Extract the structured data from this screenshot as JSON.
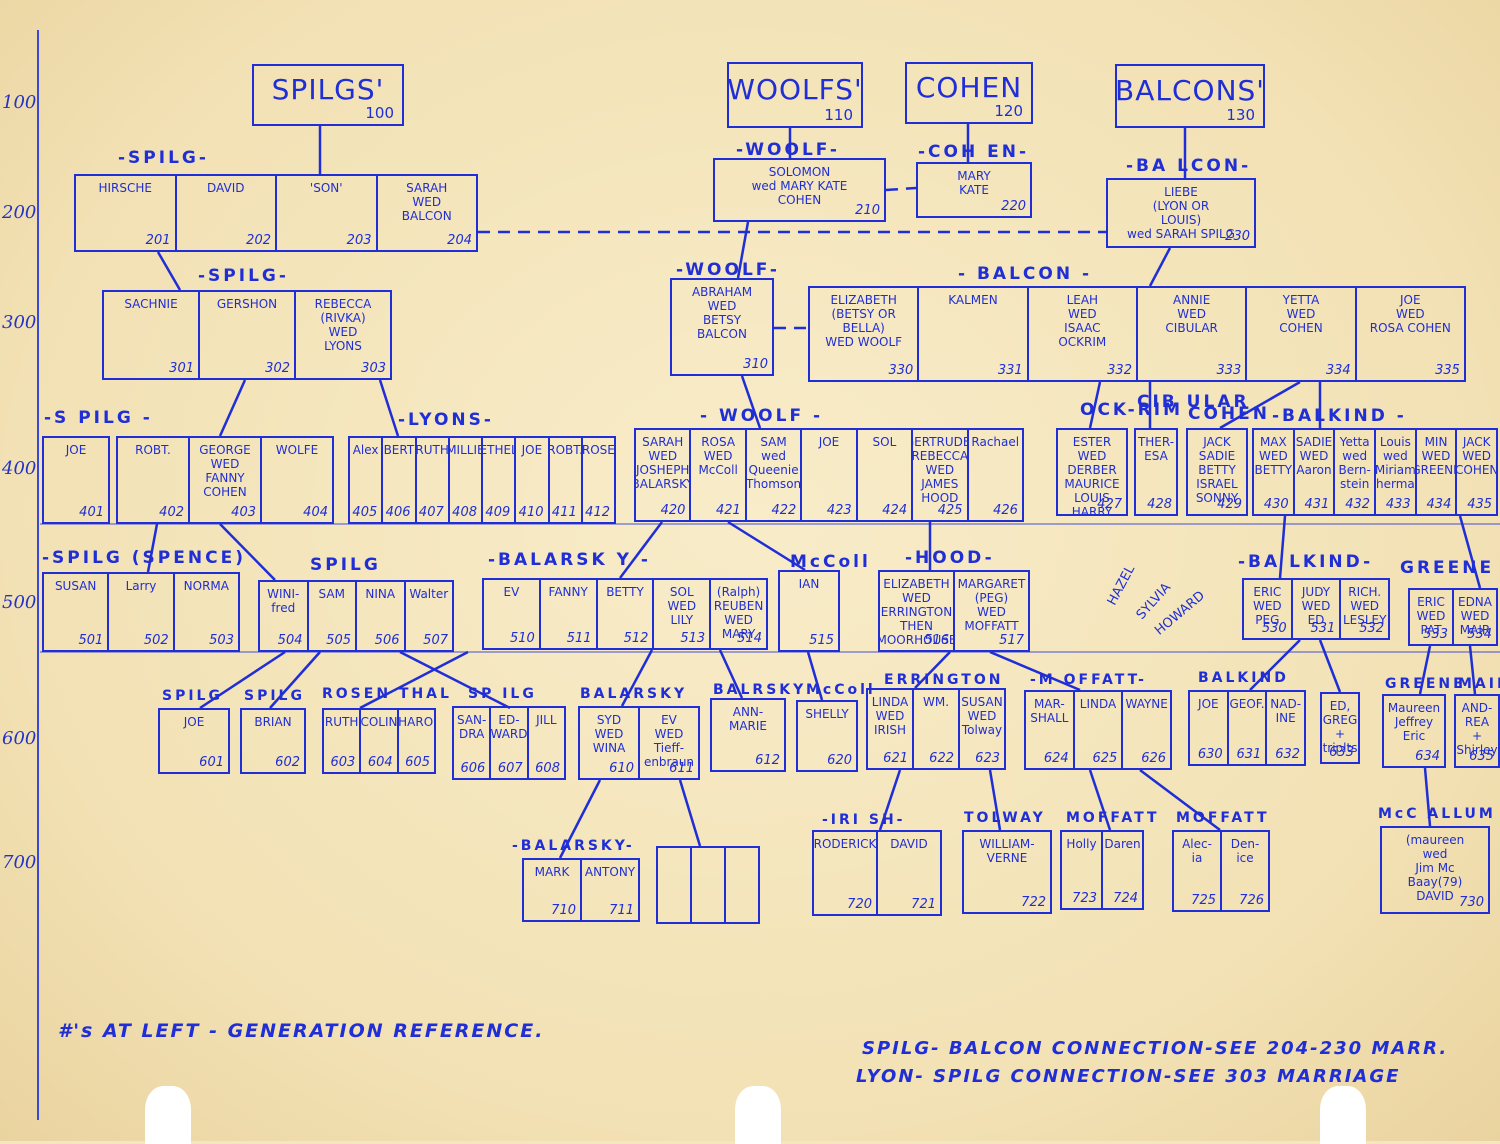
{
  "generations": [
    "100",
    "200",
    "300",
    "400",
    "500",
    "600",
    "700"
  ],
  "headers": [
    {
      "name": "SPILGS'",
      "num": "100"
    },
    {
      "name": "WOOLFS'",
      "num": "110"
    },
    {
      "name": "COHEN",
      "num": "120"
    },
    {
      "name": "BALCONS'",
      "num": "130"
    }
  ],
  "labels": [
    "-SPILG-",
    "-WOOLF-",
    "-COH EN-",
    "-BA LCON-",
    "-SPILG-",
    "-WOOLF-",
    "- BALCON -",
    "-S PILG -",
    "-LYONS-",
    "- WOOLF -",
    "OCK-RIM",
    "CIB ULAR",
    "COHEN",
    "-BALKIND -",
    "-SPILG (SPENCE)",
    "SPILG",
    "-BALARSK Y -",
    "McColl",
    "-HOOD-",
    "-BA LKIND-",
    "GREENE",
    "SPILG",
    "SPILG",
    "ROSEN THAL",
    "SP ILG",
    "BALARSKY",
    "BALRSKY",
    "McColl",
    "ERRINGTON",
    "-M OFFATT-",
    "BALKIND",
    "GREENE",
    "MAIR",
    "-IRI SH-",
    "TOLWAY",
    "MOFFATT",
    "MOFFATT",
    "-BALARSKY-",
    "McC ALLUM"
  ],
  "rows": [
    {
      "cells": [
        {
          "name": "HIRSCHE",
          "num": "201"
        },
        {
          "name": "DAVID",
          "num": "202"
        },
        {
          "name": "'SON'",
          "num": "203"
        },
        {
          "name": "SARAH\nWED\nBALCON",
          "num": "204"
        }
      ]
    },
    {
      "cells": [
        {
          "name": "SOLOMON\nwed MARY KATE\nCOHEN",
          "num": "210"
        }
      ]
    },
    {
      "cells": [
        {
          "name": "MARY\nKATE",
          "num": "220"
        }
      ]
    },
    {
      "cells": [
        {
          "name": "LIEBE\n(LYON OR\nLOUIS)\nwed SARAH SPILG",
          "num": "230"
        }
      ]
    },
    {
      "cells": [
        {
          "name": "SACHNIE",
          "num": "301"
        },
        {
          "name": "GERSHON",
          "num": "302"
        },
        {
          "name": "REBECCA\n(RIVKA)\nWED\nLYONS",
          "num": "303"
        }
      ]
    },
    {
      "cells": [
        {
          "name": "ABRAHAM\nWED\nBETSY\nBALCON",
          "num": "310"
        }
      ]
    },
    {
      "cells": [
        {
          "name": "ELIZABETH\n(BETSY OR\nBELLA)\nWED WOOLF",
          "num": "330"
        },
        {
          "name": "KALMEN",
          "num": "331"
        },
        {
          "name": "LEAH\nWED\nISAAC\nOCKRIM",
          "num": "332"
        },
        {
          "name": "ANNIE\nWED\nCIBULAR",
          "num": "333"
        },
        {
          "name": "YETTA\nWED\nCOHEN",
          "num": "334"
        },
        {
          "name": "JOE\nWED\nROSA COHEN",
          "num": "335"
        }
      ]
    },
    {
      "cells": [
        {
          "name": "JOE",
          "num": "401"
        }
      ]
    },
    {
      "cells": [
        {
          "name": "ROBT.",
          "num": "402"
        },
        {
          "name": "GEORGE\nWED\nFANNY\nCOHEN",
          "num": "403"
        },
        {
          "name": "WOLFE",
          "num": "404"
        }
      ]
    },
    {
      "cells": [
        {
          "name": "Alex",
          "num": "405"
        },
        {
          "name": "BERT",
          "num": "406"
        },
        {
          "name": "RUTH",
          "num": "407"
        },
        {
          "name": "MILLIE",
          "num": "408"
        },
        {
          "name": "ETHEL",
          "num": "409"
        },
        {
          "name": "JOE",
          "num": "410"
        },
        {
          "name": "ROBT.",
          "num": "411"
        },
        {
          "name": "ROSE",
          "num": "412"
        }
      ]
    },
    {
      "cells": [
        {
          "name": "SARAH\nWED\nJOSHEPH\nBALARSKY",
          "num": "420"
        },
        {
          "name": "ROSA\nWED\nMcColl",
          "num": "421"
        },
        {
          "name": "SAM\nwed\nQueenie\nThomson",
          "num": "422"
        },
        {
          "name": "JOE",
          "num": "423"
        },
        {
          "name": "SOL",
          "num": "424"
        },
        {
          "name": "GERTRUDE-\nREBECCA\nWED\nJAMES\nHOOD",
          "num": "425"
        },
        {
          "name": "Rachael",
          "num": "426"
        }
      ]
    },
    {
      "cells": [
        {
          "name": "ESTER\nWED\nDERBER\nMAURICE\nLOUIS\nHARRY\nANNE\nBARNEY",
          "num": "427"
        }
      ]
    },
    {
      "cells": [
        {
          "name": "THER-\nESA",
          "num": "428"
        }
      ]
    },
    {
      "cells": [
        {
          "name": "JACK\nSADIE\nBETTY\nISRAEL\nSONNY",
          "num": "429"
        }
      ]
    },
    {
      "cells": [
        {
          "name": "MAX\nWED\nBETTY",
          "num": "430"
        },
        {
          "name": "SADIE\nWED\nAaron",
          "num": "431"
        },
        {
          "name": "Yetta\nwed\nBern-\nstein",
          "num": "432"
        },
        {
          "name": "Louis\nwed\nMiriam\nSherman",
          "num": "433"
        },
        {
          "name": "MIN\nWED\nGREENE",
          "num": "434"
        },
        {
          "name": "JACK\nWED\nCOHEN",
          "num": "435"
        }
      ]
    },
    {
      "cells": [
        {
          "name": "SUSAN",
          "num": "501"
        },
        {
          "name": "Larry",
          "num": "502"
        },
        {
          "name": "NORMA",
          "num": "503"
        }
      ]
    },
    {
      "cells": [
        {
          "name": "WINI-\nfred",
          "num": "504"
        },
        {
          "name": "SAM",
          "num": "505"
        },
        {
          "name": "NINA",
          "num": "506"
        },
        {
          "name": "Walter",
          "num": "507"
        }
      ]
    },
    {
      "cells": [
        {
          "name": "EV",
          "num": "510"
        },
        {
          "name": "FANNY",
          "num": "511"
        },
        {
          "name": "BETTY",
          "num": "512"
        },
        {
          "name": "SOL\nWED\nLILY",
          "num": "513"
        },
        {
          "name": "(Ralph)\nREUBEN\nWED\nMARY",
          "num": "514"
        }
      ]
    },
    {
      "cells": [
        {
          "name": "IAN",
          "num": "515"
        }
      ]
    },
    {
      "cells": [
        {
          "name": "ELIZABETH\nWED\nERRINGTON\nTHEN\nMOORHOUSE",
          "num": "516"
        },
        {
          "name": "MARGARET\n(PEG)\nWED\nMOFFATT",
          "num": "517"
        }
      ]
    },
    {
      "cells": [
        {
          "name": "ERIC\nWED\nPEG",
          "num": "530"
        },
        {
          "name": "JUDY\nWED\nED",
          "num": "531"
        },
        {
          "name": "RICH.\nWED\nLESLEY",
          "num": "532"
        }
      ]
    },
    {
      "cells": [
        {
          "name": "ERIC\nWED\nPAT",
          "num": "533"
        },
        {
          "name": "EDNA\nWED\nMAIR",
          "num": "534"
        }
      ]
    },
    {
      "cells": [
        {
          "name": "JOE",
          "num": "601"
        }
      ]
    },
    {
      "cells": [
        {
          "name": "BRIAN",
          "num": "602"
        }
      ]
    },
    {
      "cells": [
        {
          "name": "RUTH",
          "num": "603"
        },
        {
          "name": "COLIN",
          "num": "604"
        },
        {
          "name": "SHARON",
          "num": "605"
        }
      ]
    },
    {
      "cells": [
        {
          "name": "SAN-\nDRA",
          "num": "606"
        },
        {
          "name": "ED-\nWARD",
          "num": "607"
        },
        {
          "name": "JILL",
          "num": "608"
        }
      ]
    },
    {
      "cells": [
        {
          "name": "SYD\nWED\nWINA",
          "num": "610"
        },
        {
          "name": "EV\nWED\nTieff-\nenbraun",
          "num": "611"
        }
      ]
    },
    {
      "cells": [
        {
          "name": "ANN-\nMARIE",
          "num": "612"
        }
      ]
    },
    {
      "cells": [
        {
          "name": "SHELLY",
          "num": "620"
        }
      ]
    },
    {
      "cells": [
        {
          "name": "LINDA\nWED\nIRISH",
          "num": "621"
        },
        {
          "name": "WM.",
          "num": "622"
        },
        {
          "name": "SUSAN\nWED\nTolway",
          "num": "623"
        }
      ]
    },
    {
      "cells": [
        {
          "name": "MAR-\nSHALL",
          "num": "624"
        },
        {
          "name": "LINDA",
          "num": "625"
        },
        {
          "name": "WAYNE",
          "num": "626"
        }
      ]
    },
    {
      "cells": [
        {
          "name": "JOE",
          "num": "630"
        },
        {
          "name": "GEOF.",
          "num": "631"
        },
        {
          "name": "NAD-\nINE",
          "num": "632"
        }
      ]
    },
    {
      "cells": [
        {
          "name": "ED,\nGREG\n+\ntriplts",
          "num": "633"
        }
      ]
    },
    {
      "cells": [
        {
          "name": "Maureen\nJeffrey\nEric",
          "num": "634"
        }
      ]
    },
    {
      "cells": [
        {
          "name": "AND-\nREA\n+\nShirley",
          "num": "635"
        }
      ]
    },
    {
      "cells": [
        {
          "name": "MARK",
          "num": "710"
        },
        {
          "name": "ANTONY",
          "num": "711"
        }
      ]
    },
    {
      "cells": [
        {
          "name": "",
          "num": ""
        },
        {
          "name": "",
          "num": ""
        },
        {
          "name": "",
          "num": ""
        }
      ]
    },
    {
      "cells": [
        {
          "name": "RODERICK",
          "num": "720"
        },
        {
          "name": "DAVID",
          "num": "721"
        }
      ]
    },
    {
      "cells": [
        {
          "name": "WILLIAM-\nVERNE",
          "num": "722"
        }
      ]
    },
    {
      "cells": [
        {
          "name": "Holly",
          "num": "723"
        },
        {
          "name": "Daren",
          "num": "724"
        }
      ]
    },
    {
      "cells": [
        {
          "name": "Alec-\nia",
          "num": "725"
        },
        {
          "name": "Den-\nice",
          "num": "726"
        }
      ]
    },
    {
      "cells": [
        {
          "name": "(maureen\nwed\nJim Mc\nBaay(79)\nDAVID",
          "num": "730"
        }
      ]
    }
  ],
  "annotations": [
    "HAZEL",
    "SYLVIA",
    "HOWARD"
  ],
  "footer": {
    "left": "#'s AT LEFT - GENERATION REFERENCE.",
    "right1": "SPILG- BALCON CONNECTION-SEE 204-230 MARR.",
    "right2": "LYON- SPILG CONNECTION-SEE 303 MARRIAGE"
  },
  "colors": {
    "ink": "#1f2ed6",
    "paper": "#f4e6bf"
  }
}
